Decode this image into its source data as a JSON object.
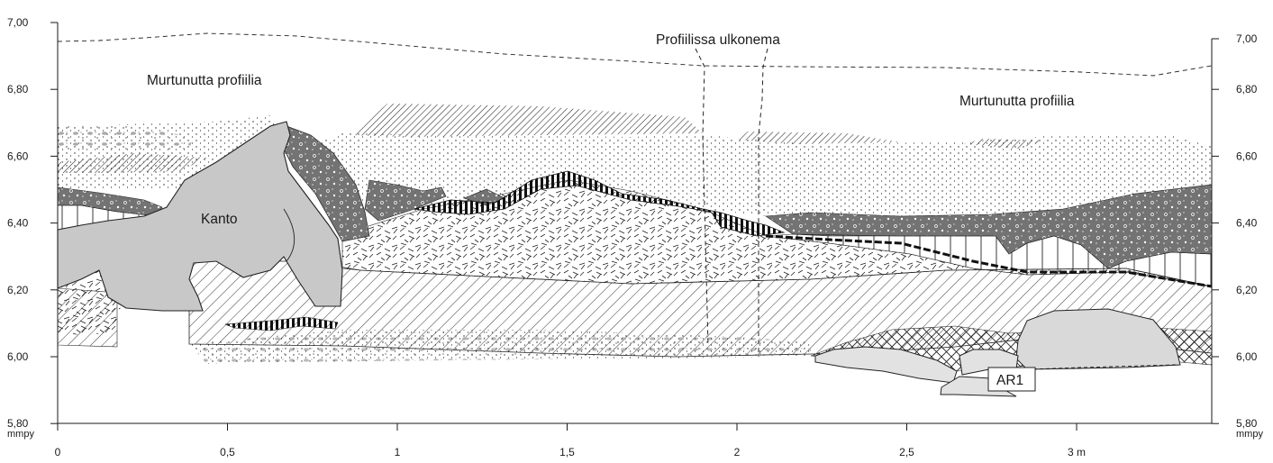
{
  "labels": {
    "murtunutta_left": "Murtunutta profiilia",
    "murtunutta_right": "Murtunutta profiilia",
    "ulkonema": "Profiilissa ulkonema",
    "kanto": "Kanto",
    "ar1": "AR1"
  },
  "y_axis": {
    "unit": "mmpy",
    "ticks": [
      "7,00",
      "6,80",
      "6,60",
      "6,40",
      "6,20",
      "6,00",
      "5,80"
    ]
  },
  "x_axis": {
    "ticks": [
      "0",
      "0,5",
      "1",
      "1,5",
      "2",
      "2,5",
      "3 m"
    ]
  },
  "colors": {
    "stone": "#c8c8c8",
    "dark_layer": "#6e6e6e",
    "ink": "#1a1a1a",
    "paper": "#ffffff"
  }
}
